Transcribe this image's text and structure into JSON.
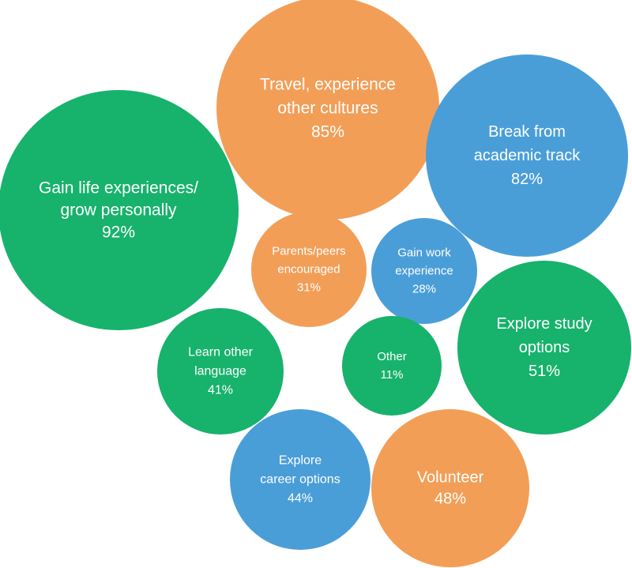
{
  "chart_data": {
    "type": "bubble",
    "colors": {
      "green": "#17B26C",
      "orange": "#F29E57",
      "blue": "#4A9ED8"
    },
    "items": [
      {
        "label": [
          "Gain life experiences/",
          "grow personally"
        ],
        "value": 92,
        "value_label": "92%",
        "color": "green"
      },
      {
        "label": [
          "Travel, experience",
          "other cultures"
        ],
        "value": 85,
        "value_label": "85%",
        "color": "orange"
      },
      {
        "label": [
          "Break from",
          "academic track"
        ],
        "value": 82,
        "value_label": "82%",
        "color": "blue"
      },
      {
        "label": [
          "Explore study",
          "options"
        ],
        "value": 51,
        "value_label": "51%",
        "color": "green"
      },
      {
        "label": [
          "Volunteer"
        ],
        "value": 48,
        "value_label": "48%",
        "color": "orange"
      },
      {
        "label": [
          "Explore",
          "career options"
        ],
        "value": 44,
        "value_label": "44%",
        "color": "blue"
      },
      {
        "label": [
          "Learn other",
          "language"
        ],
        "value": 41,
        "value_label": "41%",
        "color": "green"
      },
      {
        "label": [
          "Parents/peers",
          "encouraged"
        ],
        "value": 31,
        "value_label": "31%",
        "color": "orange"
      },
      {
        "label": [
          "Gain work",
          "experience"
        ],
        "value": 28,
        "value_label": "28%",
        "color": "blue"
      },
      {
        "label": [
          "Other"
        ],
        "value": 11,
        "value_label": "11%",
        "color": "green"
      }
    ]
  }
}
